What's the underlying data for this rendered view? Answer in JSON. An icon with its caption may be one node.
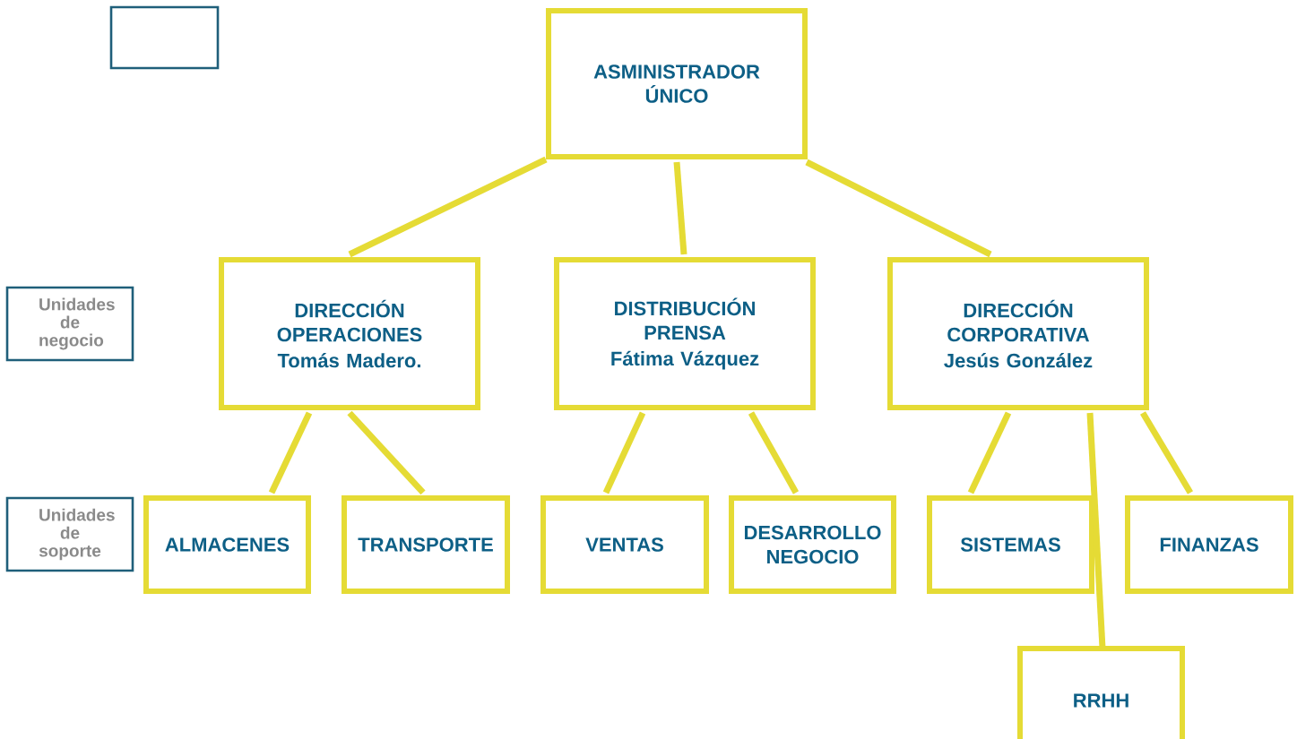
{
  "diagram": {
    "nodes": [
      {
        "text": [],
        "shape": "box"
      },
      {
        "text": [
          "ASMINISTRADOR ÚNICO"
        ]
      },
      {
        "text": [
          "Unidades de negocio"
        ]
      },
      {
        "text": [
          "DIRECCIÓN OPERACIONES",
          "Tomás Madero."
        ]
      },
      {
        "text": [
          "DISTRIBUCIÓN PRENSA",
          "Fátima Vázquez"
        ]
      },
      {
        "text": [
          "DIRECCIÓN CORPORATIVA",
          "Jesús González"
        ]
      },
      {
        "text": [
          "Unidades de soporte"
        ]
      },
      {
        "text": [
          "ALMACENES"
        ]
      },
      {
        "text": [
          "TRANSPORTE"
        ]
      },
      {
        "text": [
          "VENTAS"
        ]
      },
      {
        "text": [
          "DESARROLLO NEGOCIO"
        ]
      },
      {
        "text": [
          "SISTEMAS"
        ]
      },
      {
        "text": [
          "FINANZAS"
        ]
      },
      {
        "text": [
          "RRHH"
        ]
      }
    ],
    "edges": [
      {
        "from": 1,
        "to": 3,
        "arrow": "none"
      },
      {
        "from": 1,
        "to": 4,
        "arrow": "none"
      },
      {
        "from": 1,
        "to": 5,
        "arrow": "none"
      },
      {
        "from": 3,
        "to": 7,
        "arrow": "none"
      },
      {
        "from": 3,
        "to": 8,
        "arrow": "none"
      },
      {
        "from": 4,
        "to": 9,
        "arrow": "none"
      },
      {
        "from": 4,
        "to": 10,
        "arrow": "none"
      },
      {
        "from": 5,
        "to": 11,
        "arrow": "none"
      },
      {
        "from": 5,
        "to": 13,
        "arrow": "none"
      },
      {
        "from": 5,
        "to": 12,
        "arrow": "none"
      }
    ]
  }
}
